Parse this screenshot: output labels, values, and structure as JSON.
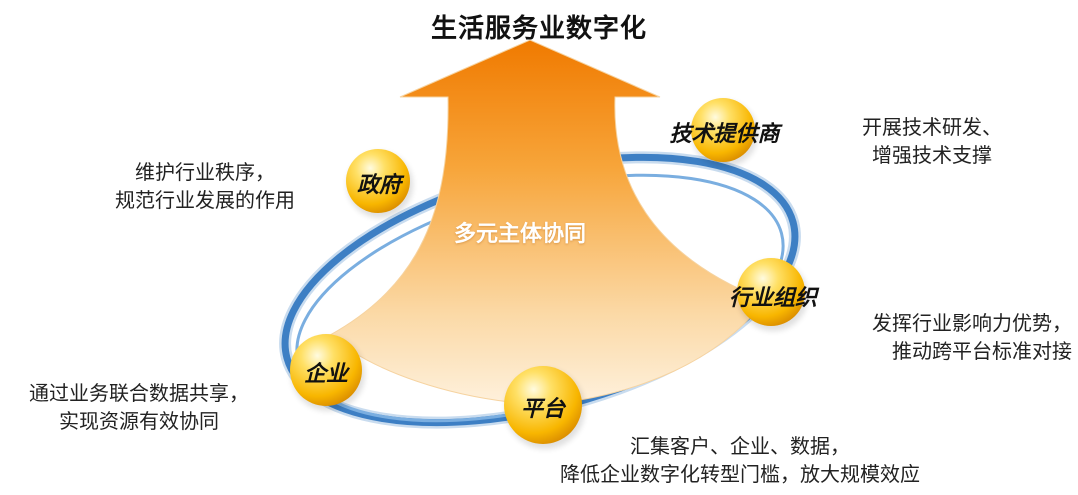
{
  "title": "生活服务业数字化",
  "center_label": "多元主体协同",
  "nodes": {
    "government": {
      "label": "政府",
      "desc": [
        "维护行业秩序，",
        "规范行业发展的作用"
      ]
    },
    "tech_provider": {
      "label": "技术提供商",
      "desc": [
        "开展技术研发、",
        "增强技术支撑"
      ]
    },
    "industry_org": {
      "label": "行业组织",
      "desc": [
        "发挥行业影响力优势，",
        "推动跨平台标准对接"
      ]
    },
    "enterprise": {
      "label": "企业",
      "desc": [
        "通过业务联合数据共享，",
        "实现资源有效协同"
      ]
    },
    "platform": {
      "label": "平台",
      "desc": [
        "汇集客户、企业、数据，",
        "降低企业数字化转型门槛，放大规模效应"
      ]
    }
  },
  "colors": {
    "ring": "#3d7fc4",
    "arrow_top": "#f07a00",
    "arrow_bottom": "#fde6c2",
    "node_core": "#f8b600"
  }
}
